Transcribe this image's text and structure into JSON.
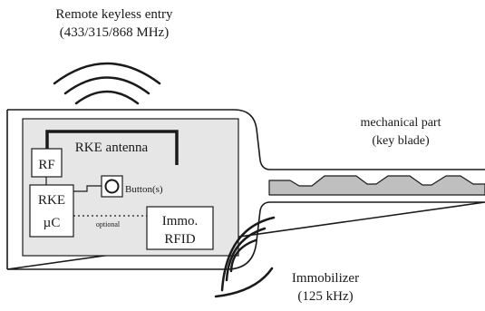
{
  "labels": {
    "rke_title_line1": "Remote keyless entry",
    "rke_title_line2": "(433/315/868 MHz)",
    "rke_antenna": "RKE antenna",
    "rf": "RF",
    "button": "Button(s)",
    "rke_uc_line1": "RKE",
    "rke_uc_line2": "µC",
    "optional": "optional",
    "immo_line1": "Immo.",
    "immo_line2": "RFID",
    "mechanical_line1": "mechanical part",
    "mechanical_line2": "(key blade)",
    "immobilizer_line1": "Immobilizer",
    "immobilizer_line2": "(125 kHz)"
  },
  "icons": {
    "rke_waves": "radio-waves-up-icon",
    "immo_waves": "radio-waves-down-left-icon",
    "button": "push-button-icon"
  },
  "colors": {
    "stroke": "#1a1a1a",
    "pcb_fill": "#e6e6e6",
    "blade_fill": "#bfbfbf",
    "box_fill": "#ffffff"
  }
}
